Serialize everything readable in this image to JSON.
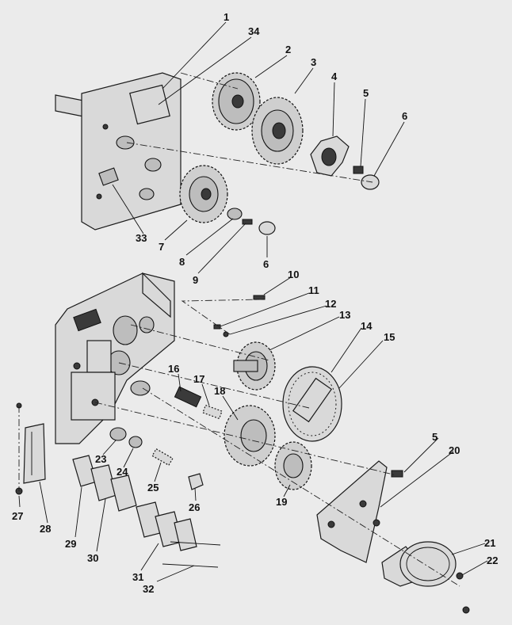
{
  "callouts": {
    "c1": "1",
    "c2": "2",
    "c3": "3",
    "c4": "4",
    "c5a": "5",
    "c6a": "6",
    "c34": "34",
    "c33": "33",
    "c7": "7",
    "c8": "8",
    "c9": "9",
    "c6b": "6",
    "c10": "10",
    "c11": "11",
    "c12": "12",
    "c13": "13",
    "c14": "14",
    "c15": "15",
    "c16": "16",
    "c17": "17",
    "c18": "18",
    "c5b": "5",
    "c20": "20",
    "c19": "19",
    "c23": "23",
    "c24": "24",
    "c25": "25",
    "c26": "26",
    "c27": "27",
    "c28": "28",
    "c29": "29",
    "c30": "30",
    "c31": "31",
    "c32": "32",
    "c21": "21",
    "c22": "22"
  }
}
